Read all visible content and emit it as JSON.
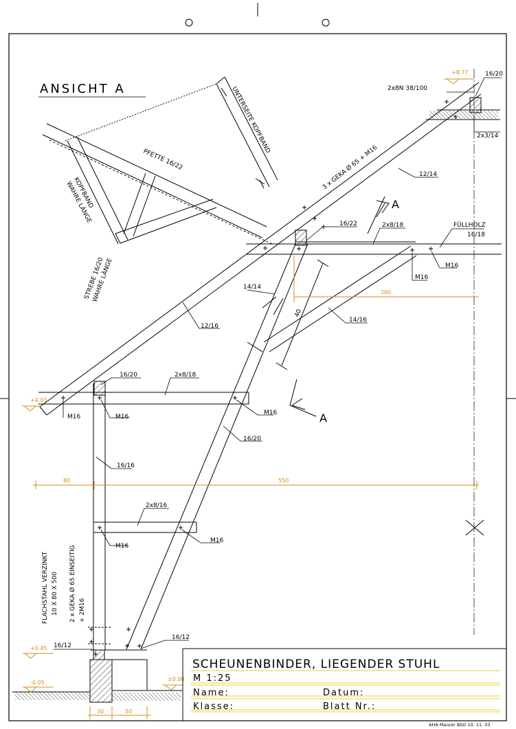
{
  "sheet": {
    "view_title": "ANSICHT  A",
    "title": "SCHEUNENBINDER, LIEGENDER STUHL",
    "scale": "M  1:25",
    "name_label": "Name:",
    "date_label": "Datum:",
    "class_label": "Klasse:",
    "sheet_label": "Blatt  Nr.:",
    "credit": "AHA Maurer BSO   10. 11. 03"
  },
  "labels": {
    "pfette": "PFETTE 16/22",
    "unterseite": "UNTERSEITE KOPFBAND",
    "kopfband_a": "KOPFBAND",
    "kopfband_b": "WAHRE LÄNGE",
    "strebe_a": "STREBE 16/20",
    "strebe_b": "WAHRE LÄNGE",
    "bolts_rafter": "3 x GEKA Ø 65 + M16",
    "ridge_nail": "2x8N 38/100",
    "ridge_beam": "16/20",
    "ridge_board": "2x3/14",
    "rafter_top": "12/14",
    "purlin_mid": "16/22",
    "tie_mid": "2x8/18",
    "fuellholz_a": "FÜLLHOLZ",
    "fuellholz_b": "16/18",
    "m16_mid_right": "M16",
    "m16_mid_center": "M16",
    "brace_mid": "14/14",
    "rafter_low": "12/16",
    "brace_right": "14/16",
    "dim_diag": "40",
    "purlin_low": "16/20",
    "tie_low": "2x8/18",
    "m16_low_left": "M16",
    "m16_low_post": "M16",
    "m16_low_right": "M16",
    "post": "16/16",
    "strut": "16/20",
    "tie_bottom": "2x8/16",
    "m16_bot_left": "M16",
    "m16_bot_right": "M16",
    "flachstahl_a": "FLACHSTAHL VERZINKT",
    "flachstahl_b": "10 X 80 X 500",
    "geka_a": "2 x GEKA Ø 65 EINSEITIG",
    "geka_b": "+ 2M16",
    "sill_left": "16/12",
    "sill_right": "16/12",
    "section_a_top": "A",
    "section_a_bottom": "A"
  },
  "dimensions": {
    "elev_ridge": "+8.77",
    "elev_eave": "+4.03",
    "elev_sill": "+0.45",
    "elev_ground": "-0.05",
    "elev_zero": "±0.00",
    "dim_80": "80",
    "dim_550": "550",
    "dim_260": "260",
    "dim_30": "30",
    "dim_50": "50"
  },
  "colors": {
    "line": "#000000",
    "dimension": "#d98a1c",
    "title_rule": "#e6d23c"
  }
}
